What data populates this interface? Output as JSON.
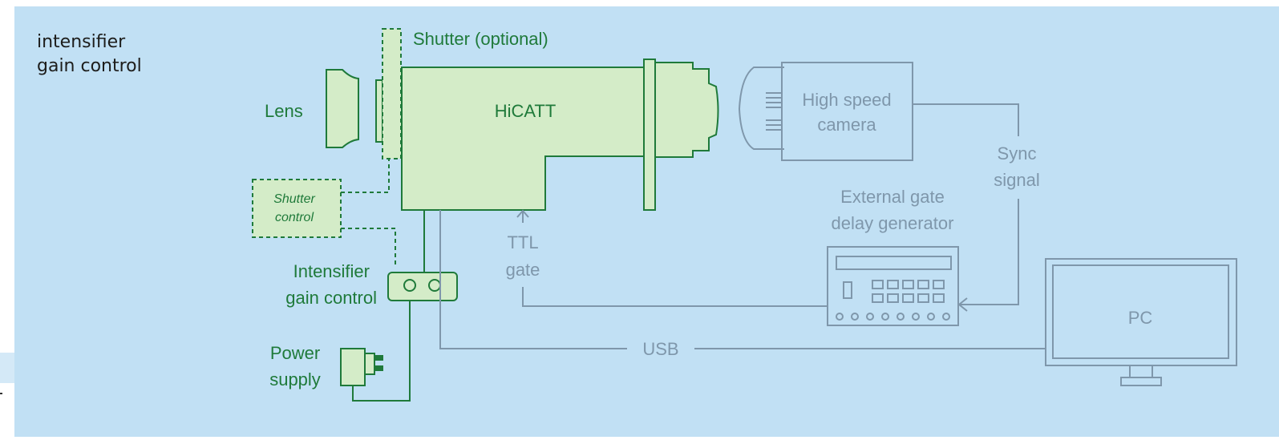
{
  "side_caption": {
    "line1": "intensifier",
    "line2": "gain control"
  },
  "labels": {
    "shutter_optional": "Shutter (optional)",
    "lens": "Lens",
    "hicatt": "HiCATT",
    "shutter_control_1": "Shutter",
    "shutter_control_2": "control",
    "intensifier_1": "Intensifier",
    "intensifier_2": "gain control",
    "power_1": "Power",
    "power_2": "supply",
    "ttl_1": "TTL",
    "ttl_2": "gate",
    "camera_1": "High speed",
    "camera_2": "camera",
    "sync_1": "Sync",
    "sync_2": "signal",
    "gate_1": "External gate",
    "gate_2": "delay generator",
    "usb": "USB",
    "pc": "PC"
  },
  "colors": {
    "background": "#c1e0f4",
    "green_fill": "#d4ecc8",
    "green_line": "#1f7a3a",
    "grey_line": "#7f97ab"
  }
}
